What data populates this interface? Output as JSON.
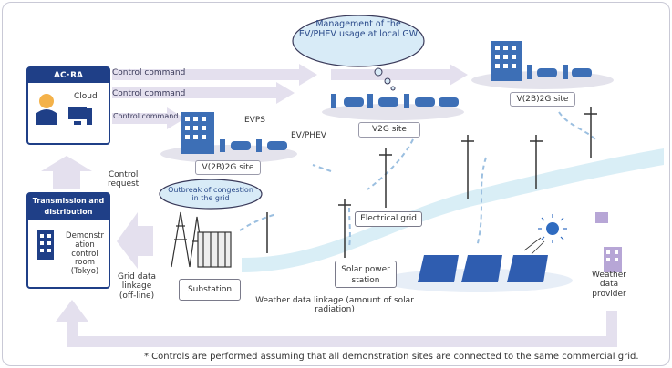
{
  "cloud_top": {
    "text": "Management of the EV/PHEV usage at local GW"
  },
  "acra": {
    "title": "AC･RA",
    "cloud_label": "Cloud"
  },
  "commands": [
    "Control command",
    "Control command",
    "Control command"
  ],
  "evps": "EVPS",
  "ev_phev": "EV/PHEV",
  "v2b2g_left": "V(2B)2G site",
  "v2g_site": "V2G site",
  "v2b2g_right": "V(2B)2G site",
  "control_request": "Control\nrequest",
  "operator": {
    "title": "Transmission and distribution operator",
    "room": "Demonstr\nation\ncontrol\nroom\n(Tokyo)"
  },
  "congestion_cloud": "Outbreak of congestion in the grid",
  "grid_data": "Grid data\nlinkage\n(off-line)",
  "substation": "Substation",
  "electrical_grid": "Electrical grid",
  "solar_station": "Solar power\nstation",
  "weather_provider": "Weather\ndata\nprovider",
  "weather_linkage": "Weather data linkage (amount of solar\nradiation)",
  "footnote": "* Controls are performed assuming that all demonstration sites are connected to the same commercial grid.",
  "colors": {
    "navy": "#1f3f87",
    "arrow": "#e4e0ee",
    "grid_line": "#d6ecf4"
  }
}
